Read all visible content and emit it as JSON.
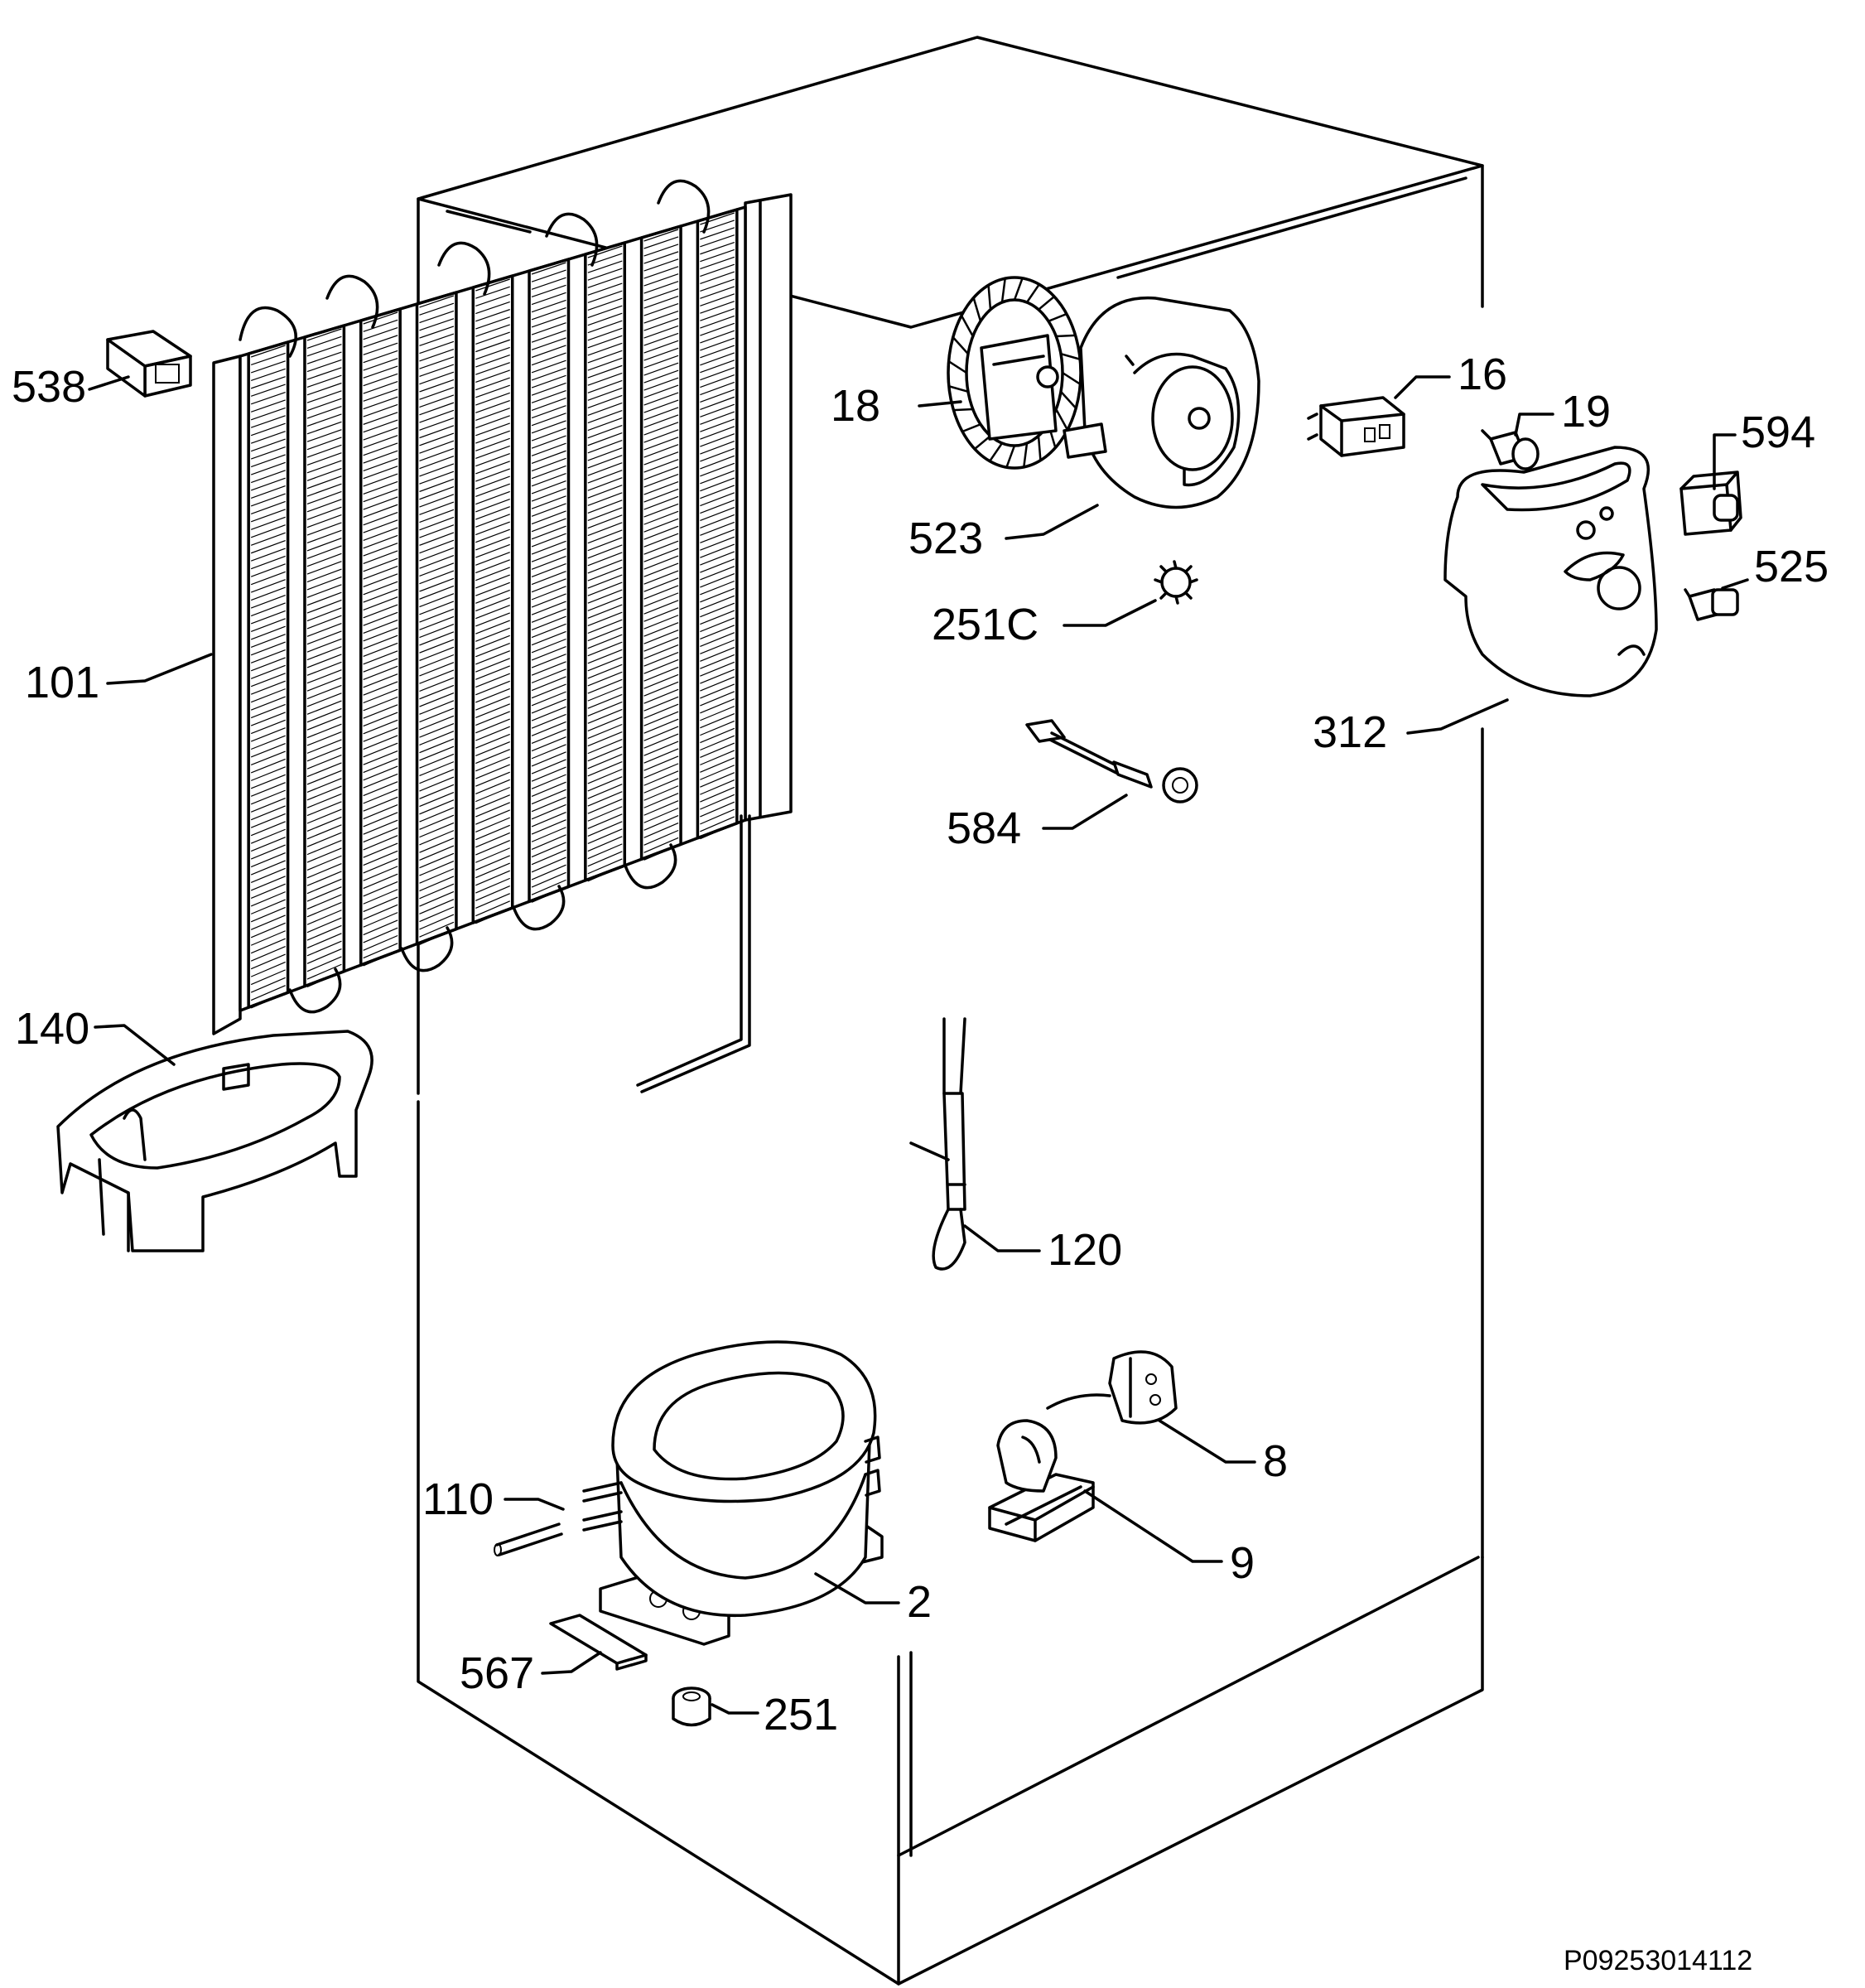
{
  "callouts": [
    {
      "id": "538",
      "label": "538"
    },
    {
      "id": "18",
      "label": "18"
    },
    {
      "id": "16",
      "label": "16"
    },
    {
      "id": "19",
      "label": "19"
    },
    {
      "id": "594",
      "label": "594"
    },
    {
      "id": "523",
      "label": "523"
    },
    {
      "id": "251c",
      "label": "251C"
    },
    {
      "id": "525",
      "label": "525"
    },
    {
      "id": "101",
      "label": "101"
    },
    {
      "id": "312",
      "label": "312"
    },
    {
      "id": "584",
      "label": "584"
    },
    {
      "id": "140",
      "label": "140"
    },
    {
      "id": "120",
      "label": "120"
    },
    {
      "id": "8",
      "label": "8"
    },
    {
      "id": "110",
      "label": "110"
    },
    {
      "id": "9",
      "label": "9"
    },
    {
      "id": "2",
      "label": "2"
    },
    {
      "id": "567",
      "label": "567"
    },
    {
      "id": "251",
      "label": "251"
    }
  ],
  "drawing_code": "P09253014112"
}
